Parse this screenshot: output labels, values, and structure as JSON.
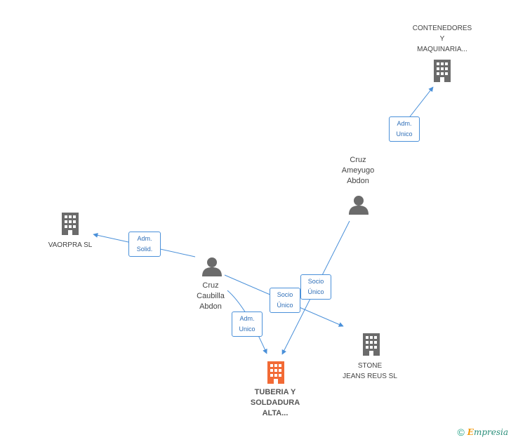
{
  "nodes": {
    "contenedores": {
      "lines": [
        "CONTENEDORES",
        "Y",
        "MAQUINARIA..."
      ],
      "type": "company"
    },
    "cruz_ameyugo": {
      "lines": [
        "Cruz",
        "Ameyugo",
        "Abdon"
      ],
      "type": "person"
    },
    "vaorpra": {
      "lines": [
        "VAORPRA SL"
      ],
      "type": "company"
    },
    "cruz_caubilla": {
      "lines": [
        "Cruz",
        "Caubilla",
        "Abdon"
      ],
      "type": "person"
    },
    "stone": {
      "lines": [
        "STONE",
        "JEANS REUS SL"
      ],
      "type": "company"
    },
    "tuberia": {
      "lines": [
        "TUBERIA Y",
        "SOLDADURA",
        "ALTA..."
      ],
      "type": "company-main"
    }
  },
  "relations": [
    {
      "id": "rel1",
      "lines": [
        "Adm.",
        "Unico"
      ]
    },
    {
      "id": "rel2",
      "lines": [
        "Adm.",
        "Solid."
      ]
    },
    {
      "id": "rel3",
      "lines": [
        "Socio",
        "Único"
      ]
    },
    {
      "id": "rel4",
      "lines": [
        "Socio",
        "Único"
      ]
    },
    {
      "id": "rel5",
      "lines": [
        "Adm.",
        "Unico"
      ]
    }
  ],
  "colors": {
    "edge": "#4a90d9",
    "icon": "#6b6b6b",
    "main_icon": "#f26a35"
  },
  "footer": {
    "copyright": "©",
    "brand_first": "E",
    "brand_rest": "mpresia"
  }
}
